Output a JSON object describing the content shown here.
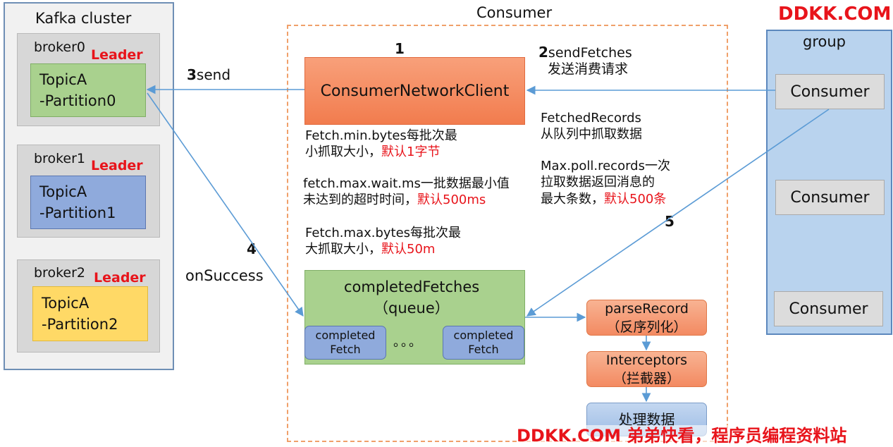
{
  "watermark_top": "DDKK.COM",
  "watermark_bottom": "DDKK.COM 弟弟快看，程序员编程资料站",
  "kafka": {
    "title": "Kafka cluster",
    "leader_label": "Leader",
    "brokers": [
      {
        "name": "broker0",
        "topic": "TopicA",
        "partition": "-Partition0"
      },
      {
        "name": "broker1",
        "topic": "TopicA",
        "partition": "-Partition1"
      },
      {
        "name": "broker2",
        "topic": "TopicA",
        "partition": "-Partition2"
      }
    ]
  },
  "consumer": {
    "title": "Consumer",
    "network_client": "ConsumerNetworkClient",
    "completed_fetches_title": "completedFetches",
    "completed_fetches_subtitle": "（queue）",
    "completed_fetch_item": [
      "completed",
      "Fetch"
    ],
    "ellipsis": "。。。",
    "parse_record": [
      "parseRecord",
      "（反序列化）"
    ],
    "interceptors": [
      "Interceptors",
      "（拦截器）"
    ],
    "process_data": "处理数据"
  },
  "group": {
    "title": "group",
    "consumers": [
      "Consumer",
      "Consumer",
      "Consumer"
    ]
  },
  "steps": {
    "s1": "1",
    "s2_num": "2",
    "s2_label": "sendFetches",
    "s2_desc": "发送消费请求",
    "s3_num": "3",
    "s3_label": "send",
    "s4_num": "4",
    "s4_label": "onSuccess",
    "s5_num": "5"
  },
  "notes": {
    "min_bytes_1": "Fetch.min.bytes每批次最",
    "min_bytes_2": "小抓取大小，",
    "min_bytes_default": "默认1字节",
    "wait_1": "fetch.max.wait.ms一批数据最小值",
    "wait_2": "未达到的超时时间，",
    "wait_default": "默认500ms",
    "max_bytes_1": "Fetch.max.bytes每批次最",
    "max_bytes_2": "大抓取大小，",
    "max_bytes_default": "默认50m",
    "fetched_1": "FetchedRecords",
    "fetched_2": "从队列中抓取数据",
    "poll_1": "Max.poll.records一次",
    "poll_2": "拉取数据返回消息的",
    "poll_3": "最大条数，",
    "poll_default": "默认500条"
  },
  "colors": {
    "watermark": "#e8141b",
    "arrow": "#5b9bd5",
    "partition0": "#a9d18e",
    "partition1": "#8faadc",
    "partition2": "#ffd966"
  }
}
